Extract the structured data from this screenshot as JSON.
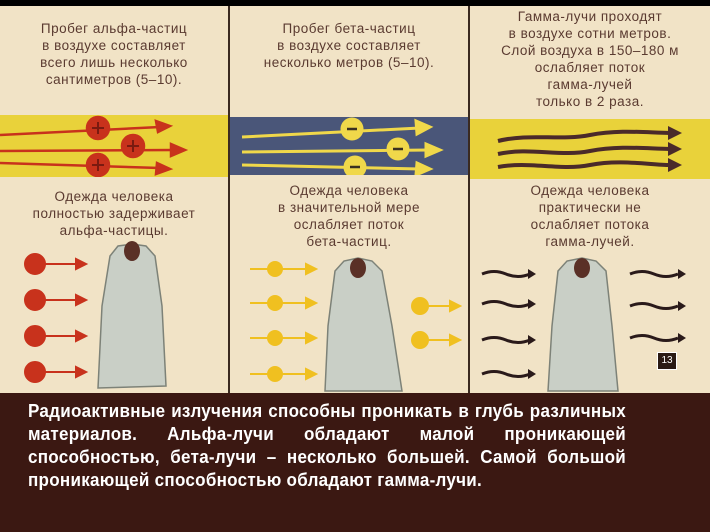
{
  "columns": [
    {
      "id": "alpha",
      "top_text": [
        "Пробег альфа-частиц",
        "в воздухе составляет",
        "всего лишь несколько",
        "сантиметров (5–10)."
      ],
      "bottom_text": [
        "Одежда человека",
        "полностью задерживает",
        "альфа-частицы."
      ],
      "band_color": "#e9d23a",
      "particle_sign": "+"
    },
    {
      "id": "beta",
      "top_text": [
        "Пробег бета-частиц",
        "в воздухе составляет",
        "несколько метров (5–10)."
      ],
      "bottom_text": [
        "Одежда человека",
        "в значительной мере",
        "ослабляет поток",
        "бета-частиц."
      ],
      "band_color": "#4a5679",
      "particle_sign": "−"
    },
    {
      "id": "gamma",
      "top_text": [
        "Гамма-лучи проходят",
        "в воздухе сотни метров.",
        "Слой воздуха в 150–180 м",
        "ослабляет поток",
        "гамма-лучей",
        "только в 2 раза."
      ],
      "bottom_text": [
        "Одежда человека",
        "практически не",
        "ослабляет потока",
        "гамма-лучей."
      ],
      "band_color": "#e9d23a"
    }
  ],
  "slide_number": "13",
  "caption": "Радиоактивные излучения способны проникать в глубь различных материалов. Альфа-лучи обладают малой про­никающей способностью, бета-лучи – несколько большей. Самой большой проникающей способностью обладают гамма-лучи."
}
